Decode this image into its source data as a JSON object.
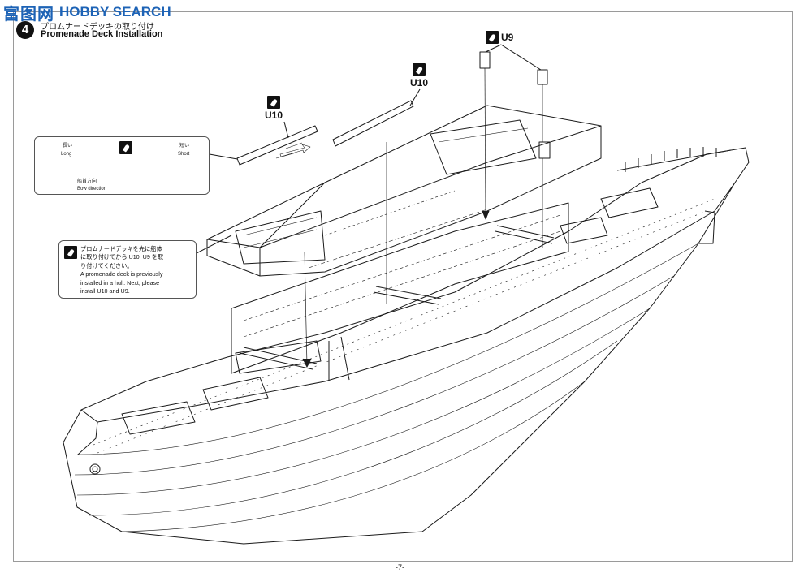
{
  "watermark": {
    "cn": "富图网",
    "en": "HOBBY SEARCH"
  },
  "step": {
    "number": "4",
    "title_jp": "プロムナードデッキの取り付け",
    "title_en": "Promenade Deck Installation"
  },
  "parts": {
    "u9": "U9",
    "u10_right": "U10",
    "u10_left": "U10"
  },
  "direction_callout": {
    "long_jp": "長い",
    "long_en": "Long",
    "short_jp": "短い",
    "short_en": "Short",
    "bow_jp": "船首方向",
    "bow_en": "Bow direction"
  },
  "note": {
    "jp_lines": [
      "プロムナードデッキを先に船体",
      "に取り付けてから U10, U9 を取",
      "り付けてください。"
    ],
    "en_lines": [
      "A promenade deck is previously",
      "installed in a hull. Next, please",
      "install U10 and U9."
    ]
  },
  "page_number": "-7-"
}
